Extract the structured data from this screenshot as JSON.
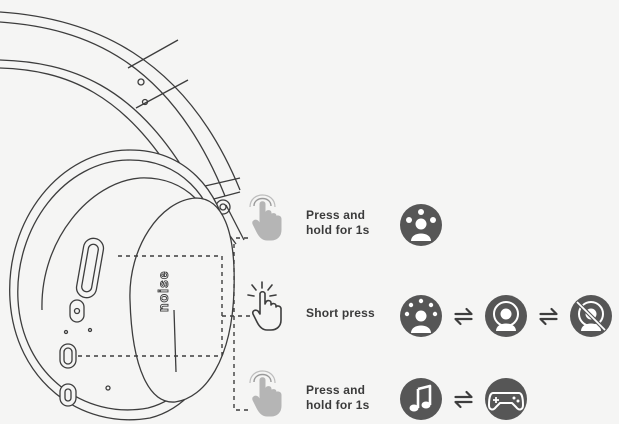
{
  "rows": [
    {
      "gesture": "press-hold",
      "label_lines": [
        "Press and",
        "hold for 1s"
      ],
      "icons": [
        "voice-assistant-icon"
      ]
    },
    {
      "gesture": "short-press",
      "label_lines": [
        "Short press"
      ],
      "icons": [
        "ambient-mode-icon",
        "transparency-mode-icon",
        "anc-off-icon"
      ]
    },
    {
      "gesture": "press-hold",
      "label_lines": [
        "Press and",
        "hold for 1s"
      ],
      "icons": [
        "music-mode-icon",
        "gaming-mode-icon"
      ]
    }
  ],
  "brand": "noise",
  "colors": {
    "line": "#3d3d3d",
    "icon_bg": "#565656",
    "icon_fg": "#ffffff",
    "headphone_fill": "#f5f5f4"
  }
}
